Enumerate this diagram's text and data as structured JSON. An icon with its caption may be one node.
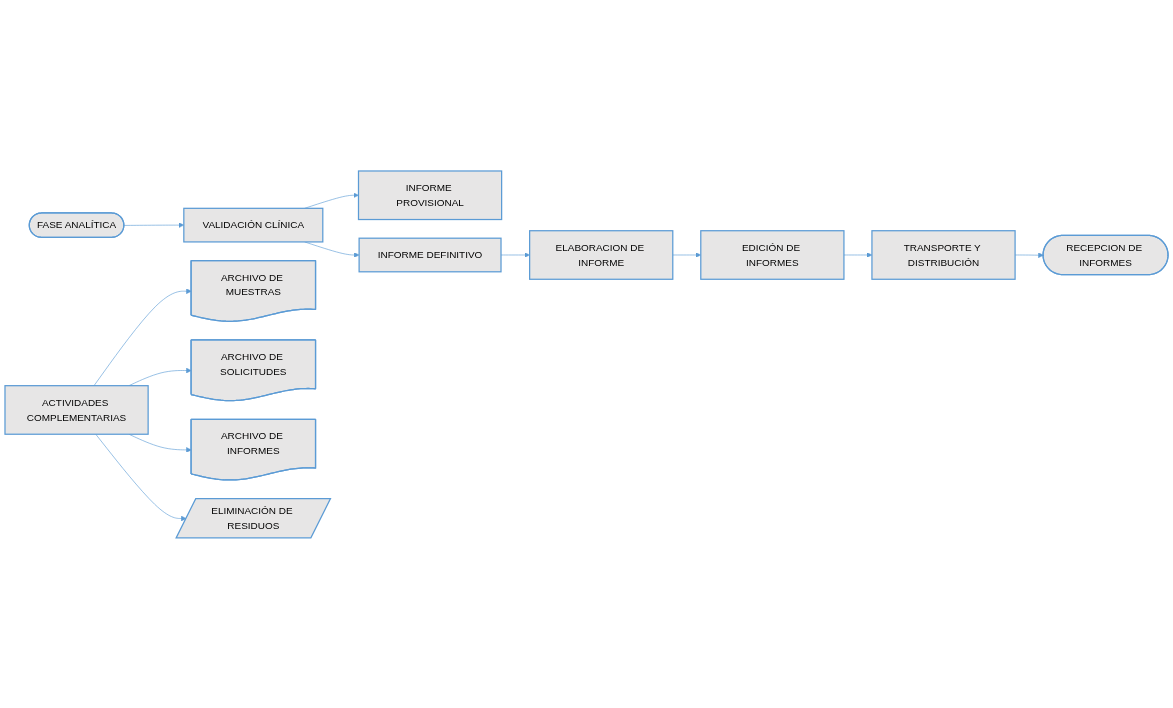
{
  "diagram": {
    "nodes": [
      {
        "text": [
          "FASE ANALÍTICA"
        ]
      },
      {
        "text": [
          "VALIDACIÓN CLÍNICA"
        ]
      },
      {
        "text": [
          "INFORME PROVISIONAL"
        ]
      },
      {
        "text": [
          "INFORME DEFINITIVO"
        ]
      },
      {
        "text": [
          "ELABORACION DE INFORME"
        ]
      },
      {
        "text": [
          "EDICIÓN DE INFORMES"
        ]
      },
      {
        "text": [
          "TRANSPORTE Y DISTRIBUCIÓN"
        ]
      },
      {
        "text": [
          "RECEPCION DE INFORMES"
        ]
      },
      {
        "text": [
          "ACTIVIDADES COMPLEMENTARIAS"
        ]
      },
      {
        "text": [
          "ARCHIVO DE MUESTRAS"
        ]
      },
      {
        "text": [
          "ARCHIVO DE SOLICITUDES"
        ]
      },
      {
        "text": [
          "ARCHIVO DE INFORMES"
        ]
      },
      {
        "text": [
          "ELIMINACIÓN DE RESIDUOS"
        ]
      }
    ],
    "edges": [
      {
        "from": 0,
        "to": 1,
        "arrow": "to"
      },
      {
        "from": 1,
        "to": 2,
        "arrow": "to"
      },
      {
        "from": 1,
        "to": 3,
        "arrow": "to"
      },
      {
        "from": 3,
        "to": 4,
        "arrow": "to"
      },
      {
        "from": 4,
        "to": 5,
        "arrow": "to"
      },
      {
        "from": 5,
        "to": 6,
        "arrow": "to"
      },
      {
        "from": 6,
        "to": 7,
        "arrow": "to"
      },
      {
        "from": 8,
        "to": 9,
        "arrow": "to"
      },
      {
        "from": 8,
        "to": 10,
        "arrow": "to"
      },
      {
        "from": 8,
        "to": 11,
        "arrow": "to"
      },
      {
        "from": 8,
        "to": 12,
        "arrow": "to"
      }
    ]
  }
}
